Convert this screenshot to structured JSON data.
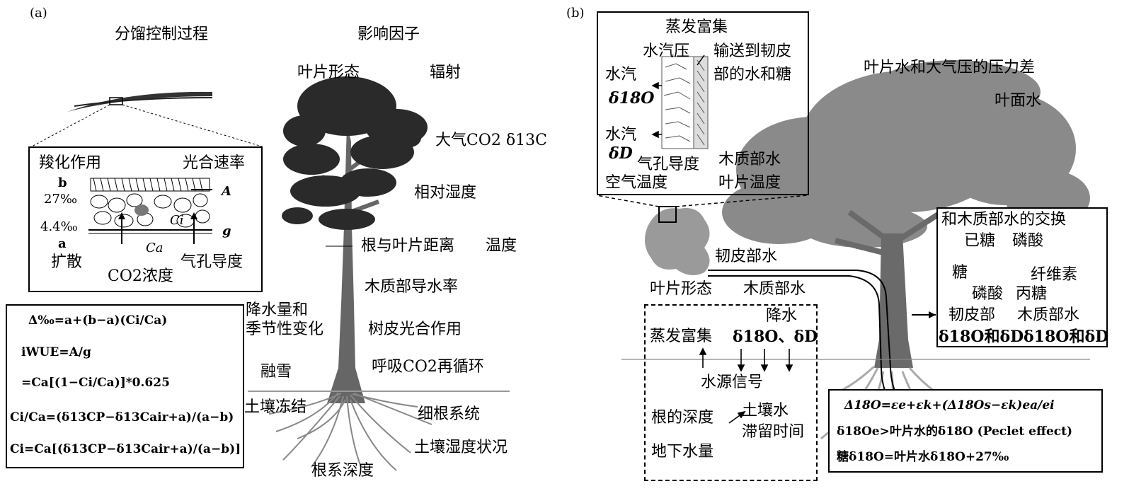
{
  "panel_a": {
    "label": "(a)",
    "left_title": "分馏控制过程",
    "right_title": "影响因子",
    "inset": {
      "carboxylation": "羧化作用",
      "photosynthesis_rate": "光合速率",
      "b_label": "b",
      "b_value": "27‰",
      "a_value": "4.4‰",
      "a_label": "a",
      "A_label": "A",
      "Ci_label": "Ci",
      "g_label": "g",
      "Ca_label": "Ca",
      "diffusion": "扩散",
      "co2_conc": "CO2浓度",
      "stomatal": "气孔导度"
    },
    "formulas": [
      "Δ‰=a+(b−a)(Ci/Ca)",
      "iWUE=A/g",
      "=Ca[(1−Ci/Ca)]*0.625",
      "Ci/Ca=(δ13CP−δ13Cair+a)/(a−b)",
      "Ci=Ca[(δ13CP−δ13Cair+a)/(a−b)]"
    ],
    "factors": {
      "leaf_morph": "叶片形态",
      "radiation": "辐射",
      "atm_co2": "大气CO2 δ13C",
      "rel_humidity": "相对湿度",
      "root_leaf_dist": "根与叶片距离",
      "temperature": "温度",
      "xylem_cond": "木质部导水率",
      "precip_line1": "降水量和",
      "precip_line2": "季节性变化",
      "bark_photo": "树皮光合作用",
      "snowmelt": "融雪",
      "resp_co2": "呼吸CO2再循环",
      "soil_freeze": "土壤冻结",
      "fine_root": "细根系统",
      "root_depth": "根系深度",
      "soil_moisture": "土壤湿度状况"
    }
  },
  "panel_b": {
    "label": "(b)",
    "inset": {
      "evap_enrich": "蒸发富集",
      "vapor_pressure": "水汽压",
      "transport_line1": "输送到韧皮",
      "transport_line2": "部的水和糖",
      "vapor1_a": "水汽",
      "vapor1_b": "δ18O",
      "vapor2_a": "水汽",
      "vapor2_b": "δD",
      "stomatal": "气孔导度",
      "xylem_water": "木质部水",
      "air_temp": "空气温度",
      "leaf_temp": "叶片温度"
    },
    "pressure_diff": "叶片水和大气压的压力差",
    "leaf_surface_water": "叶面水",
    "phloem_water": "韧皮部水",
    "leaf_morph": "叶片形态",
    "xylem_water": "木质部水",
    "water_box": {
      "precip": "降水",
      "evap_enrich": "蒸发富集",
      "isotopes": "δ18O、δD",
      "source_signal": "水源信号",
      "root_depth": "根的深度",
      "soil_water": "土壤水",
      "groundwater": "地下水量",
      "residence": "滞留时间"
    },
    "exchange_box": {
      "title": "和木质部水的交换",
      "hexose": "已糖",
      "phosphate1": "磷酸",
      "sugar": "糖",
      "cellulose": "纤维素",
      "phosphate2": "磷酸",
      "triose": "丙糖",
      "phloem": "韧皮部",
      "xylem": "木质部水",
      "iso_left": "δ18O和δD",
      "iso_right": "δ18O和δD"
    },
    "formula_box": [
      "Δ18O=εe+εk+(Δ18Os−εk)ea/ei",
      "δ18Oe>叶片水的δ18O (Peclet effect)",
      "糖δ18O=叶片水δ18O+27‰"
    ]
  }
}
